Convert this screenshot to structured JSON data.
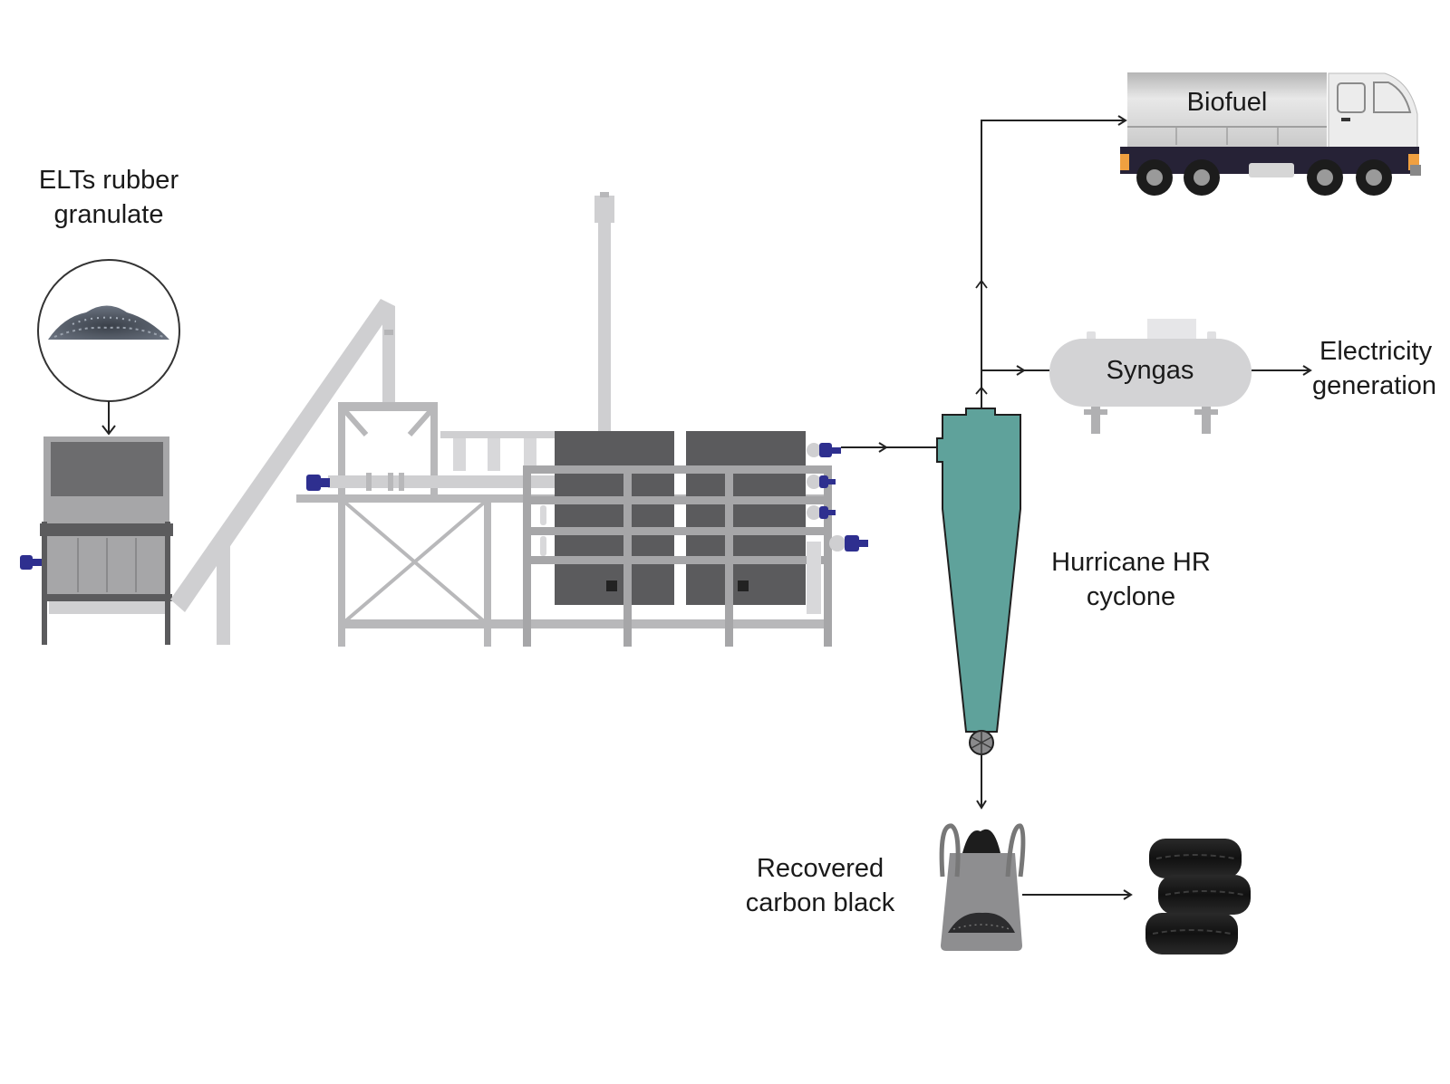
{
  "labels": {
    "rubber_line1": "ELTs rubber",
    "rubber_line2": "granulate",
    "biofuel": "Biofuel",
    "syngas": "Syngas",
    "electricity_line1": "Electricity",
    "electricity_line2": "generation",
    "cyclone_line1": "Hurricane HR",
    "cyclone_line2": "cyclone",
    "carbon_line1": "Recovered",
    "carbon_line2": "carbon black"
  },
  "colors": {
    "cyclone": "#5fa29b",
    "machine_dark": "#5b5b5d",
    "frame_grey": "#a6a6a8",
    "frame_light": "#cfcfd1",
    "pump_blue": "#2e2f8f",
    "arrow": "#222222"
  }
}
